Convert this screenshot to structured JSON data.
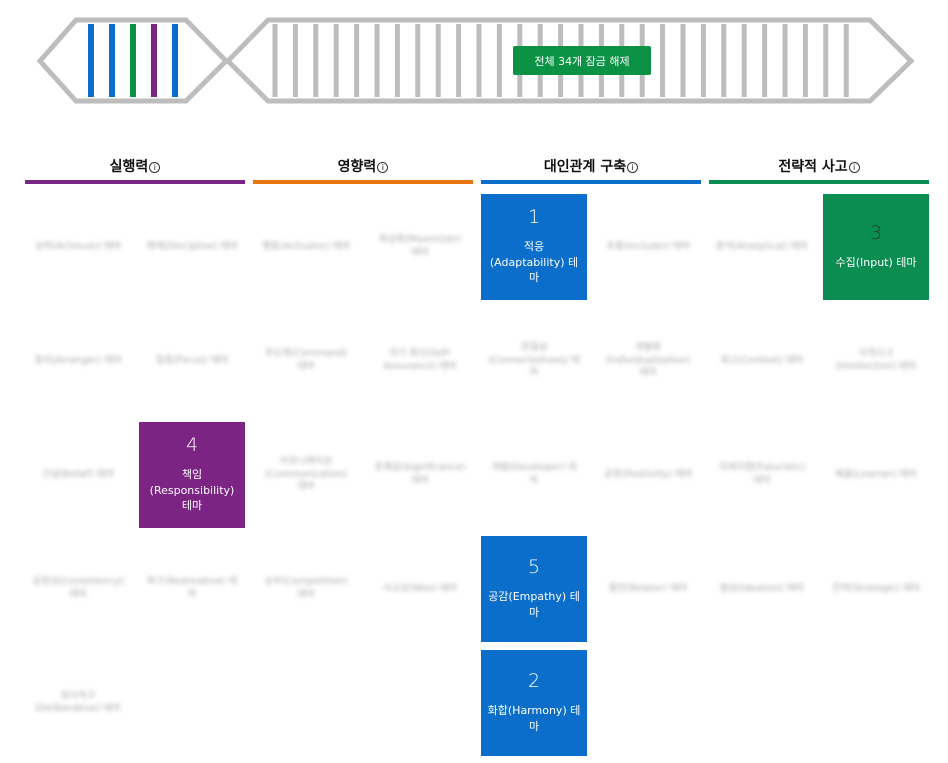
{
  "strand": {
    "unlock_label": "전체 34개 잠금 해제",
    "stripe_colors": [
      "#0b6ecb",
      "#0b6ecb",
      "#0b9244",
      "#7b2483",
      "#0b6ecb"
    ],
    "outline_color": "#bdbdbd"
  },
  "domains": [
    {
      "id": "executing",
      "title": "실행력",
      "info": "i",
      "color": "#7b2483"
    },
    {
      "id": "influencing",
      "title": "영향력",
      "info": "i",
      "color": "#e8750f"
    },
    {
      "id": "relationship",
      "title": "대인관계 구축",
      "info": "i",
      "color": "#0b6ecb"
    },
    {
      "id": "strategic",
      "title": "전략적 사고",
      "info": "i",
      "color": "#0b8d52"
    }
  ],
  "cells": [
    {
      "domain": "executing",
      "col": 0,
      "row": 0,
      "label": "성취(Achiever) 테마"
    },
    {
      "domain": "executing",
      "col": 1,
      "row": 0,
      "label": "체계(Discipline) 테마"
    },
    {
      "domain": "executing",
      "col": 0,
      "row": 1,
      "label": "정리(Arranger) 테마"
    },
    {
      "domain": "executing",
      "col": 1,
      "row": 1,
      "label": "집중(Focus) 테마"
    },
    {
      "domain": "executing",
      "col": 0,
      "row": 2,
      "label": "신념(Belief) 테마"
    },
    {
      "domain": "executing",
      "col": 1,
      "row": 2,
      "rank": "4",
      "label": "책임(Responsibility) 테마",
      "unlocked": true
    },
    {
      "domain": "executing",
      "col": 0,
      "row": 3,
      "label": "공정성(Consistency) 테마"
    },
    {
      "domain": "executing",
      "col": 1,
      "row": 3,
      "label": "복구(Restorative) 테마"
    },
    {
      "domain": "executing",
      "col": 0,
      "row": 4,
      "label": "심사숙고(Deliberative) 테마"
    },
    {
      "domain": "influencing",
      "col": 0,
      "row": 0,
      "label": "행동(Activator) 테마"
    },
    {
      "domain": "influencing",
      "col": 1,
      "row": 0,
      "label": "최상화(Maximizer) 테마"
    },
    {
      "domain": "influencing",
      "col": 0,
      "row": 1,
      "label": "주도력(Command) 테마"
    },
    {
      "domain": "influencing",
      "col": 1,
      "row": 1,
      "label": "자기 확신(Self-Assurance) 테마"
    },
    {
      "domain": "influencing",
      "col": 0,
      "row": 2,
      "label": "커뮤니케이션(Communication) 테마"
    },
    {
      "domain": "influencing",
      "col": 1,
      "row": 2,
      "label": "존재감(Significance) 테마"
    },
    {
      "domain": "influencing",
      "col": 0,
      "row": 3,
      "label": "승부(Competition) 테마"
    },
    {
      "domain": "influencing",
      "col": 1,
      "row": 3,
      "label": "사교성(Woo) 테마"
    },
    {
      "domain": "relationship",
      "col": 0,
      "row": 0,
      "rank": "1",
      "label": "적응(Adaptability) 테마",
      "unlocked": true
    },
    {
      "domain": "relationship",
      "col": 1,
      "row": 0,
      "label": "포용(Includer) 테마"
    },
    {
      "domain": "relationship",
      "col": 0,
      "row": 1,
      "label": "연결성(Connectedness) 테마"
    },
    {
      "domain": "relationship",
      "col": 1,
      "row": 1,
      "label": "개별화(Individualization) 테마"
    },
    {
      "domain": "relationship",
      "col": 0,
      "row": 2,
      "label": "개발(Developer) 테마"
    },
    {
      "domain": "relationship",
      "col": 1,
      "row": 2,
      "label": "긍정(Positivity) 테마"
    },
    {
      "domain": "relationship",
      "col": 0,
      "row": 3,
      "rank": "5",
      "label": "공감(Empathy) 테마",
      "unlocked": true
    },
    {
      "domain": "relationship",
      "col": 1,
      "row": 3,
      "label": "절친(Relator) 테마"
    },
    {
      "domain": "relationship",
      "col": 0,
      "row": 4,
      "rank": "2",
      "label": "화합(Harmony) 테마",
      "unlocked": true
    },
    {
      "domain": "strategic",
      "col": 0,
      "row": 0,
      "label": "분석(Analytical) 테마"
    },
    {
      "domain": "strategic",
      "col": 1,
      "row": 0,
      "rank": "3",
      "label": "수집(Input) 테마",
      "unlocked": true
    },
    {
      "domain": "strategic",
      "col": 0,
      "row": 1,
      "label": "회고(Context) 테마"
    },
    {
      "domain": "strategic",
      "col": 1,
      "row": 1,
      "label": "지적사고(Intellection) 테마"
    },
    {
      "domain": "strategic",
      "col": 0,
      "row": 2,
      "label": "미래지향(Futuristic) 테마"
    },
    {
      "domain": "strategic",
      "col": 1,
      "row": 2,
      "label": "배움(Learner) 테마"
    },
    {
      "domain": "strategic",
      "col": 0,
      "row": 3,
      "label": "발상(Ideation) 테마"
    },
    {
      "domain": "strategic",
      "col": 1,
      "row": 3,
      "label": "전략(Strategic) 테마"
    }
  ]
}
